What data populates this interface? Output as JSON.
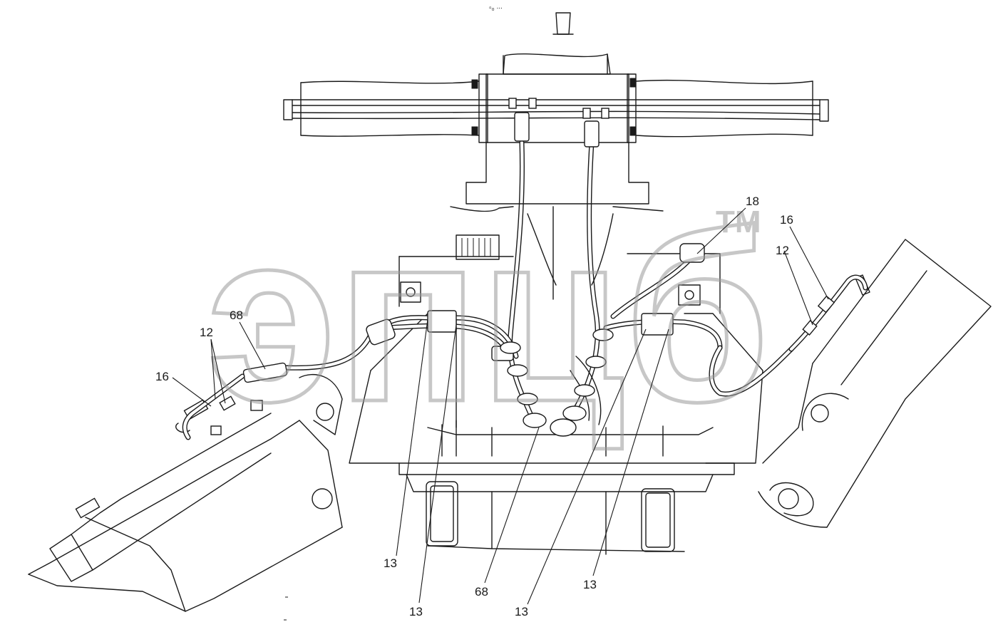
{
  "drawing": {
    "header_mark": "▫₀ ∙∙∙"
  },
  "callouts": [
    {
      "id": "c-18",
      "text": "18"
    },
    {
      "id": "c-16-right",
      "text": "16"
    },
    {
      "id": "c-12-right",
      "text": "12"
    },
    {
      "id": "c-12-left",
      "text": "12"
    },
    {
      "id": "c-68-left",
      "text": "68"
    },
    {
      "id": "c-16-left",
      "text": "16"
    },
    {
      "id": "c-13-a",
      "text": "13"
    },
    {
      "id": "c-13-b",
      "text": "13"
    },
    {
      "id": "c-68-bottom",
      "text": "68"
    },
    {
      "id": "c-13-c",
      "text": "13"
    },
    {
      "id": "c-13-d",
      "text": "13"
    }
  ],
  "watermark": {
    "logo_text": "эпцб",
    "trademark": "TM",
    "color": "#9a9a9a"
  },
  "colors": {
    "line": "#1a1a1a",
    "background": "#ffffff"
  }
}
